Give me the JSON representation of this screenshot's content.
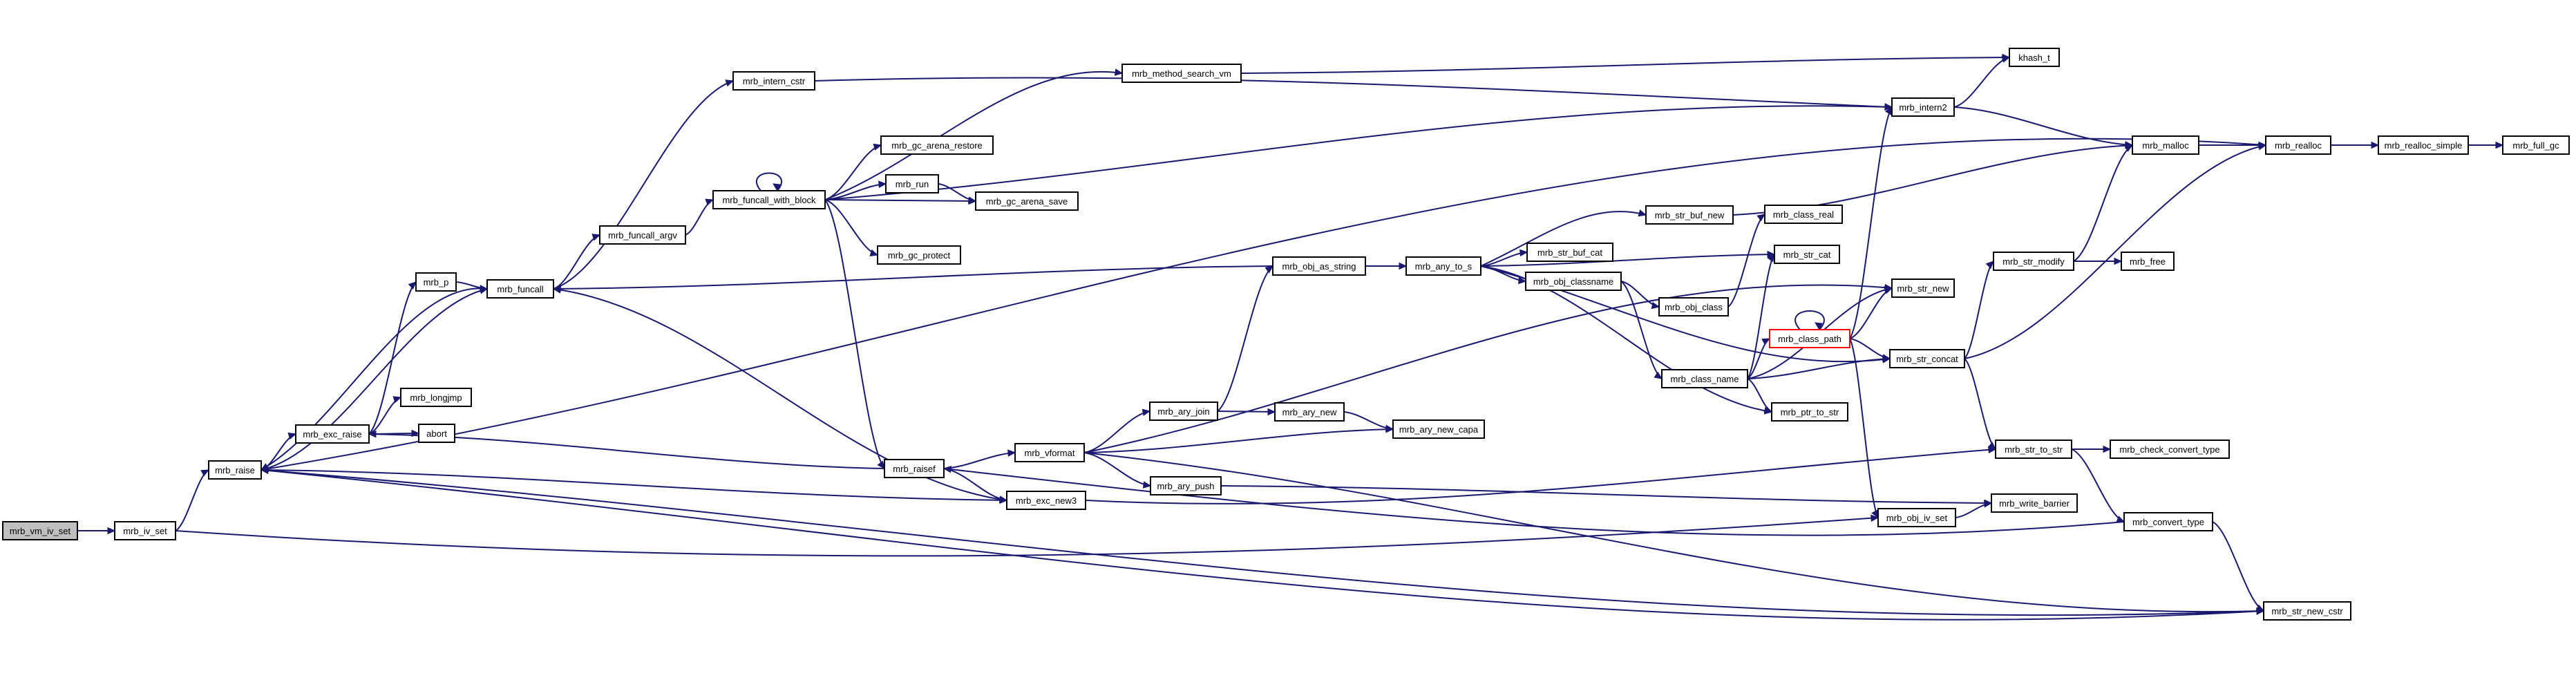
{
  "nodes": {
    "mrb_vm_iv_set": "mrb_vm_iv_set",
    "mrb_iv_set": "mrb_iv_set",
    "mrb_raise": "mrb_raise",
    "mrb_exc_raise": "mrb_exc_raise",
    "mrb_p": "mrb_p",
    "mrb_longjmp": "mrb_longjmp",
    "abort": "abort",
    "mrb_funcall": "mrb_funcall",
    "mrb_intern_cstr": "mrb_intern_cstr",
    "mrb_funcall_argv": "mrb_funcall_argv",
    "mrb_funcall_with_block": "mrb_funcall_with_block",
    "mrb_method_search_vm": "mrb_method_search_vm",
    "mrb_gc_arena_restore": "mrb_gc_arena_restore",
    "mrb_run": "mrb_run",
    "mrb_gc_arena_save": "mrb_gc_arena_save",
    "mrb_gc_protect": "mrb_gc_protect",
    "mrb_raisef": "mrb_raisef",
    "mrb_exc_new3": "mrb_exc_new3",
    "mrb_vformat": "mrb_vformat",
    "mrb_ary_join": "mrb_ary_join",
    "mrb_ary_new": "mrb_ary_new",
    "mrb_ary_new_capa": "mrb_ary_new_capa",
    "mrb_ary_push": "mrb_ary_push",
    "mrb_obj_as_string": "mrb_obj_as_string",
    "mrb_any_to_s": "mrb_any_to_s",
    "mrb_str_buf_cat": "mrb_str_buf_cat",
    "mrb_str_buf_new": "mrb_str_buf_new",
    "mrb_obj_classname": "mrb_obj_classname",
    "mrb_obj_class": "mrb_obj_class",
    "mrb_class_name": "mrb_class_name",
    "mrb_class_real": "mrb_class_real",
    "mrb_str_cat": "mrb_str_cat",
    "mrb_str_new": "mrb_str_new",
    "mrb_class_path": "mrb_class_path",
    "mrb_str_concat": "mrb_str_concat",
    "mrb_ptr_to_str": "mrb_ptr_to_str",
    "mrb_obj_iv_set": "mrb_obj_iv_set",
    "mrb_write_barrier": "mrb_write_barrier",
    "mrb_intern2": "mrb_intern2",
    "khash_t": "khash_t",
    "mrb_malloc": "mrb_malloc",
    "mrb_realloc": "mrb_realloc",
    "mrb_realloc_simple": "mrb_realloc_simple",
    "mrb_full_gc": "mrb_full_gc",
    "mrb_str_modify": "mrb_str_modify",
    "mrb_free": "mrb_free",
    "mrb_str_to_str": "mrb_str_to_str",
    "mrb_check_convert_type": "mrb_check_convert_type",
    "mrb_convert_type": "mrb_convert_type",
    "mrb_str_new_cstr": "mrb_str_new_cstr"
  },
  "colors": {
    "edge": "#191970",
    "root_fill": "#bfbfbf",
    "highlight_border": "#ff0000",
    "node_border": "#000000"
  }
}
